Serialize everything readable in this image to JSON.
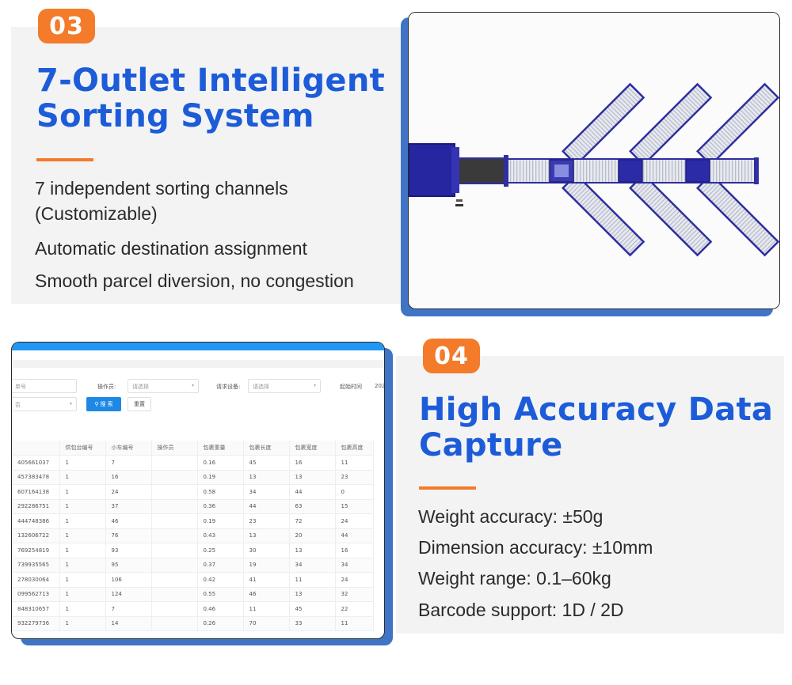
{
  "section_03": {
    "badge": "03",
    "title_line1": "7-Outlet Intelligent",
    "title_line2": "Sorting System",
    "features": [
      "7 independent sorting channels",
      "(Customizable)",
      "Automatic destination assignment",
      "Smooth parcel diversion, no congestion"
    ]
  },
  "section_04": {
    "badge": "04",
    "title_line1": "High Accuracy Data",
    "title_line2": "Capture",
    "features": [
      "Weight accuracy: ±50g",
      "Dimension accuracy: ±10mm",
      "Weight range: 0.1–60kg",
      "Barcode support: 1D / 2D"
    ]
  },
  "software_screen": {
    "filters": {
      "order_field_placeholder": "单号",
      "operator_label": "操作员:",
      "operator_placeholder": "请选择",
      "device_label": "请求设备:",
      "device_placeholder": "请选择",
      "start_time_label": "起始时间",
      "start_time_value": "202",
      "second_row_select": "否",
      "search_button": "搜 索",
      "reset_button": "重置"
    },
    "table": {
      "columns": [
        "",
        "供包台编号",
        "小车编号",
        "操作员",
        "包裹重量",
        "包裹长度",
        "包裹宽度",
        "包裹高度"
      ],
      "rows": [
        [
          "405661037",
          "1",
          "7",
          "",
          "0.16",
          "45",
          "16",
          "11"
        ],
        [
          "457383478",
          "1",
          "16",
          "",
          "0.19",
          "13",
          "13",
          "23"
        ],
        [
          "607164138",
          "1",
          "24",
          "",
          "0.58",
          "34",
          "44",
          "0"
        ],
        [
          "292286751",
          "1",
          "37",
          "",
          "0.36",
          "44",
          "63",
          "15"
        ],
        [
          "444748386",
          "1",
          "46",
          "",
          "0.19",
          "23",
          "72",
          "24"
        ],
        [
          "132606722",
          "1",
          "76",
          "",
          "0.43",
          "13",
          "20",
          "44"
        ],
        [
          "769254819",
          "1",
          "93",
          "",
          "0.25",
          "30",
          "13",
          "16"
        ],
        [
          "739935565",
          "1",
          "95",
          "",
          "0.37",
          "19",
          "34",
          "34"
        ],
        [
          "278030064",
          "1",
          "106",
          "",
          "0.42",
          "41",
          "11",
          "24"
        ],
        [
          "099562713",
          "1",
          "124",
          "",
          "0.55",
          "46",
          "13",
          "32"
        ],
        [
          "848310657",
          "1",
          "7",
          "",
          "0.46",
          "11",
          "45",
          "22"
        ],
        [
          "932279736",
          "1",
          "14",
          "",
          "0.26",
          "70",
          "33",
          "11"
        ]
      ]
    }
  },
  "colors": {
    "title_blue": "#1d5cd8",
    "accent_orange": "#f37b2a",
    "card_shadow_blue": "#3f74c6",
    "panel_gray": "#f3f3f4",
    "software_topbar": "#2196f3"
  }
}
